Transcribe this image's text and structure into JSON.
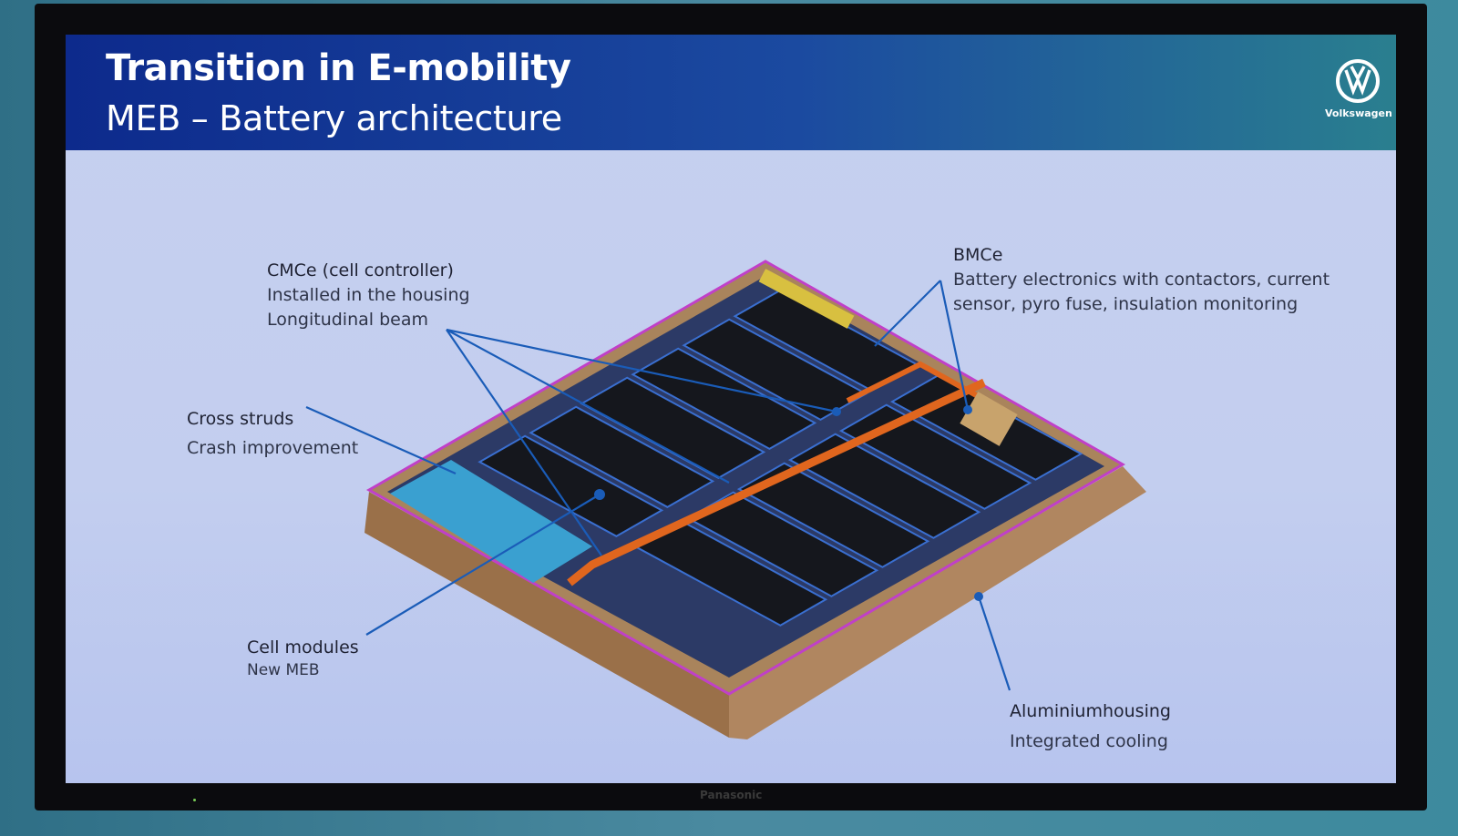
{
  "slide": {
    "title": "Transition in E-mobility",
    "subtitle": "MEB – Battery architecture",
    "logo_text": "Volkswagen"
  },
  "labels": {
    "cmce": {
      "title": "CMCe (cell controller)",
      "line1": "Installed in the housing",
      "line2": "Longitudinal beam"
    },
    "bmce": {
      "title": "BMCe",
      "line1": "Battery electronics with contactors, current",
      "line2": "sensor, pyro fuse, insulation monitoring"
    },
    "cross_struts": {
      "title": "Cross struds",
      "line1": "Crash improvement"
    },
    "cell_modules": {
      "title": "Cell modules",
      "line1": "New MEB"
    },
    "housing": {
      "title": "Aluminiumhousing",
      "line1": "Integrated cooling"
    }
  },
  "monitor": {
    "brand": "Panasonic"
  },
  "colors": {
    "header_start": "#0d2a8c",
    "header_end": "#2a7f8f",
    "leader": "#1a5cb8",
    "tray": "#a07a52",
    "module": "#15171d",
    "busbar": "#e0661e",
    "frame": "#c040c8"
  }
}
